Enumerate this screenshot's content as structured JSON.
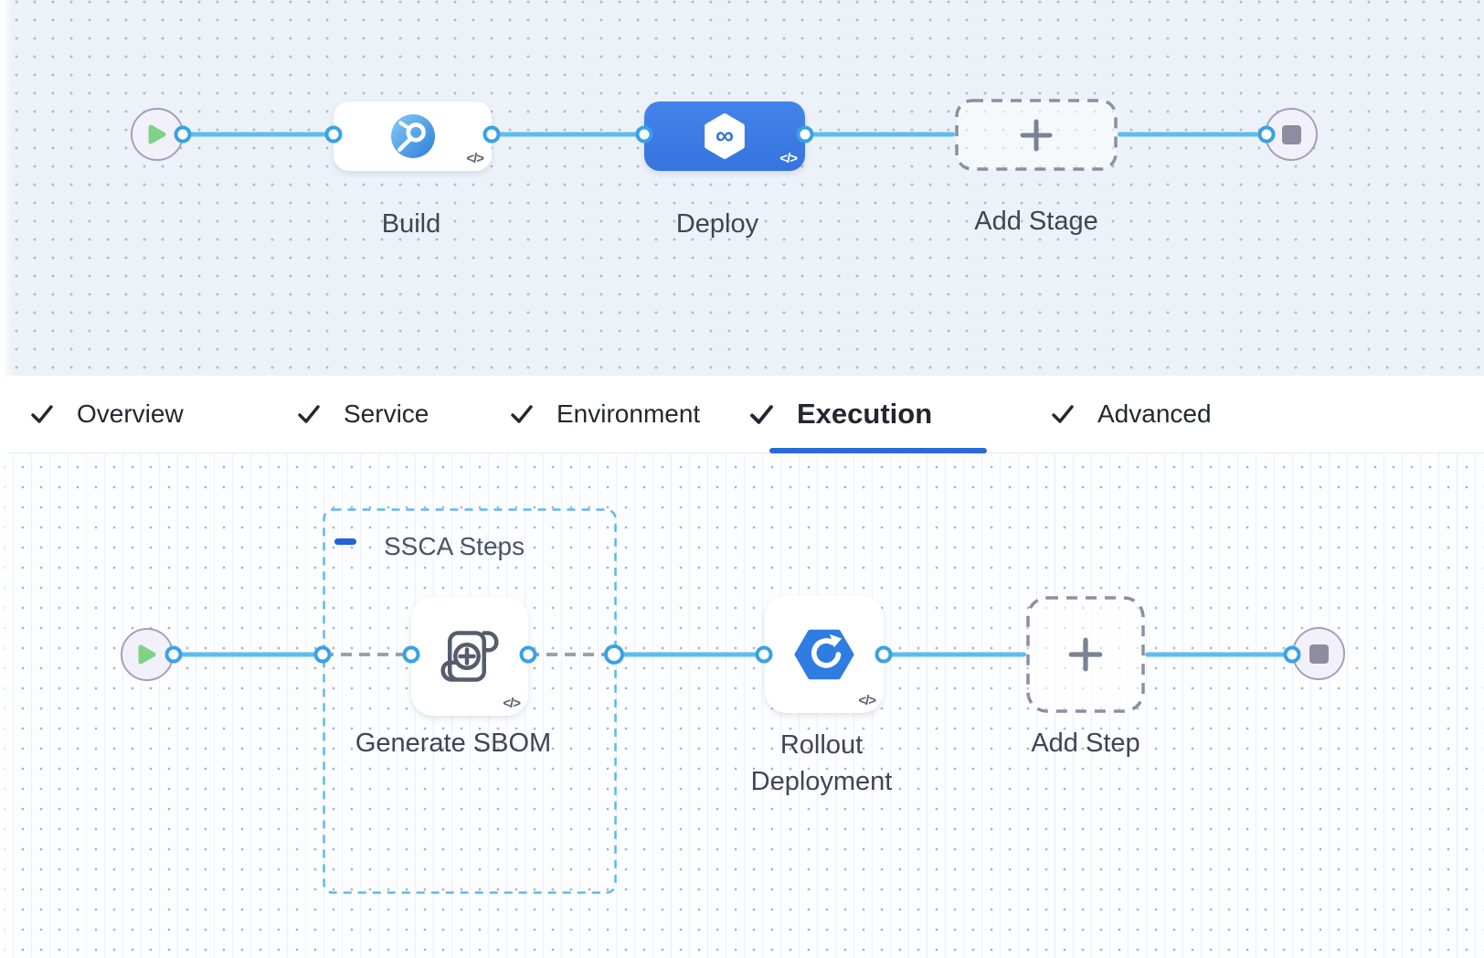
{
  "stage_canvas": {
    "stages": {
      "build": {
        "label": "Build",
        "code_glyph": "</>",
        "icon": "ci-build-icon"
      },
      "deploy": {
        "label": "Deploy",
        "code_glyph": "</>",
        "icon": "cd-hexagon-infinity-icon",
        "selected": true
      },
      "add_stage": {
        "label": "Add Stage",
        "icon": "plus-icon"
      }
    }
  },
  "tab_bar": {
    "tabs": [
      {
        "label": "Overview",
        "checked": true,
        "active": false
      },
      {
        "label": "Service",
        "checked": true,
        "active": false
      },
      {
        "label": "Environment",
        "checked": true,
        "active": false
      },
      {
        "label": "Execution",
        "checked": true,
        "active": true
      },
      {
        "label": "Advanced",
        "checked": true,
        "active": false
      }
    ]
  },
  "execution_canvas": {
    "group": {
      "label": "SSCA Steps"
    },
    "steps": {
      "generate_sbom": {
        "label": "Generate SBOM",
        "code_glyph": "</>",
        "icon": "scroll-plus-icon"
      },
      "rollout_deployment": {
        "label": "Rollout Deployment",
        "code_glyph": "</>",
        "icon": "rollout-hexagon-icon"
      },
      "add_step": {
        "label": "Add Step",
        "icon": "plus-icon"
      }
    }
  },
  "icons": {
    "infinity_glyph": "∞"
  },
  "colors": {
    "selected_stage_blue": "#3b7ce2",
    "connector_blue": "#5cbdf0",
    "port_ring_blue": "#39a1e6",
    "group_border_blue": "#5fb9ec",
    "active_tab_underline": "#2a6ad8",
    "success_green": "#7fd387",
    "dashed_node_gray": "#8b90a0"
  }
}
